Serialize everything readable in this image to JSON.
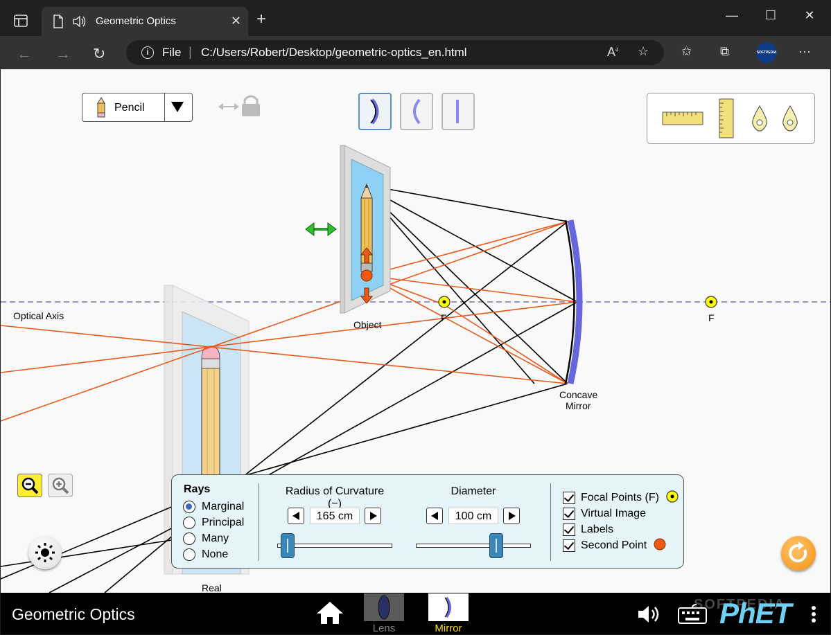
{
  "browser": {
    "tab_title": "Geometric Optics",
    "address_prefix": "File",
    "address_path": "C:/Users/Robert/Desktop/geometric-optics_en.html",
    "profile_badge": "SOFTPEDIA"
  },
  "sim": {
    "object_selector": {
      "selected": "Pencil"
    },
    "labels": {
      "optical_axis": "Optical Axis",
      "object": "Object",
      "focal_left": "F",
      "focal_right": "F",
      "mirror_line1": "Concave",
      "mirror_line2": "Mirror",
      "real": "Real"
    },
    "control_panel": {
      "rays": {
        "title": "Rays",
        "options": [
          "Marginal",
          "Principal",
          "Many",
          "None"
        ],
        "selected": "Marginal"
      },
      "radius": {
        "title": "Radius of Curvature (−)",
        "value": "165 cm",
        "slider_fraction": 0.09
      },
      "diameter": {
        "title": "Diameter",
        "value": "100 cm",
        "slider_fraction": 0.7
      },
      "checkboxes": [
        {
          "label": "Focal Points (F)",
          "checked": true,
          "indicator": "focal-point"
        },
        {
          "label": "Virtual Image",
          "checked": true
        },
        {
          "label": "Labels",
          "checked": true
        },
        {
          "label": "Second Point",
          "checked": true,
          "indicator": "second-point"
        }
      ]
    },
    "colors": {
      "ray_orange": "#e85a1b",
      "mirror_blue": "#6666dd",
      "optical_axis": "#7777bb",
      "focal_yellow": "#ffff00",
      "panel_bg": "#e5f4f8"
    }
  },
  "navbar": {
    "app_title": "Geometric Optics",
    "screens": [
      "Lens",
      "Mirror"
    ],
    "active_screen": "Mirror",
    "watermark": "SOFTPEDIA",
    "brand": "PhET"
  }
}
